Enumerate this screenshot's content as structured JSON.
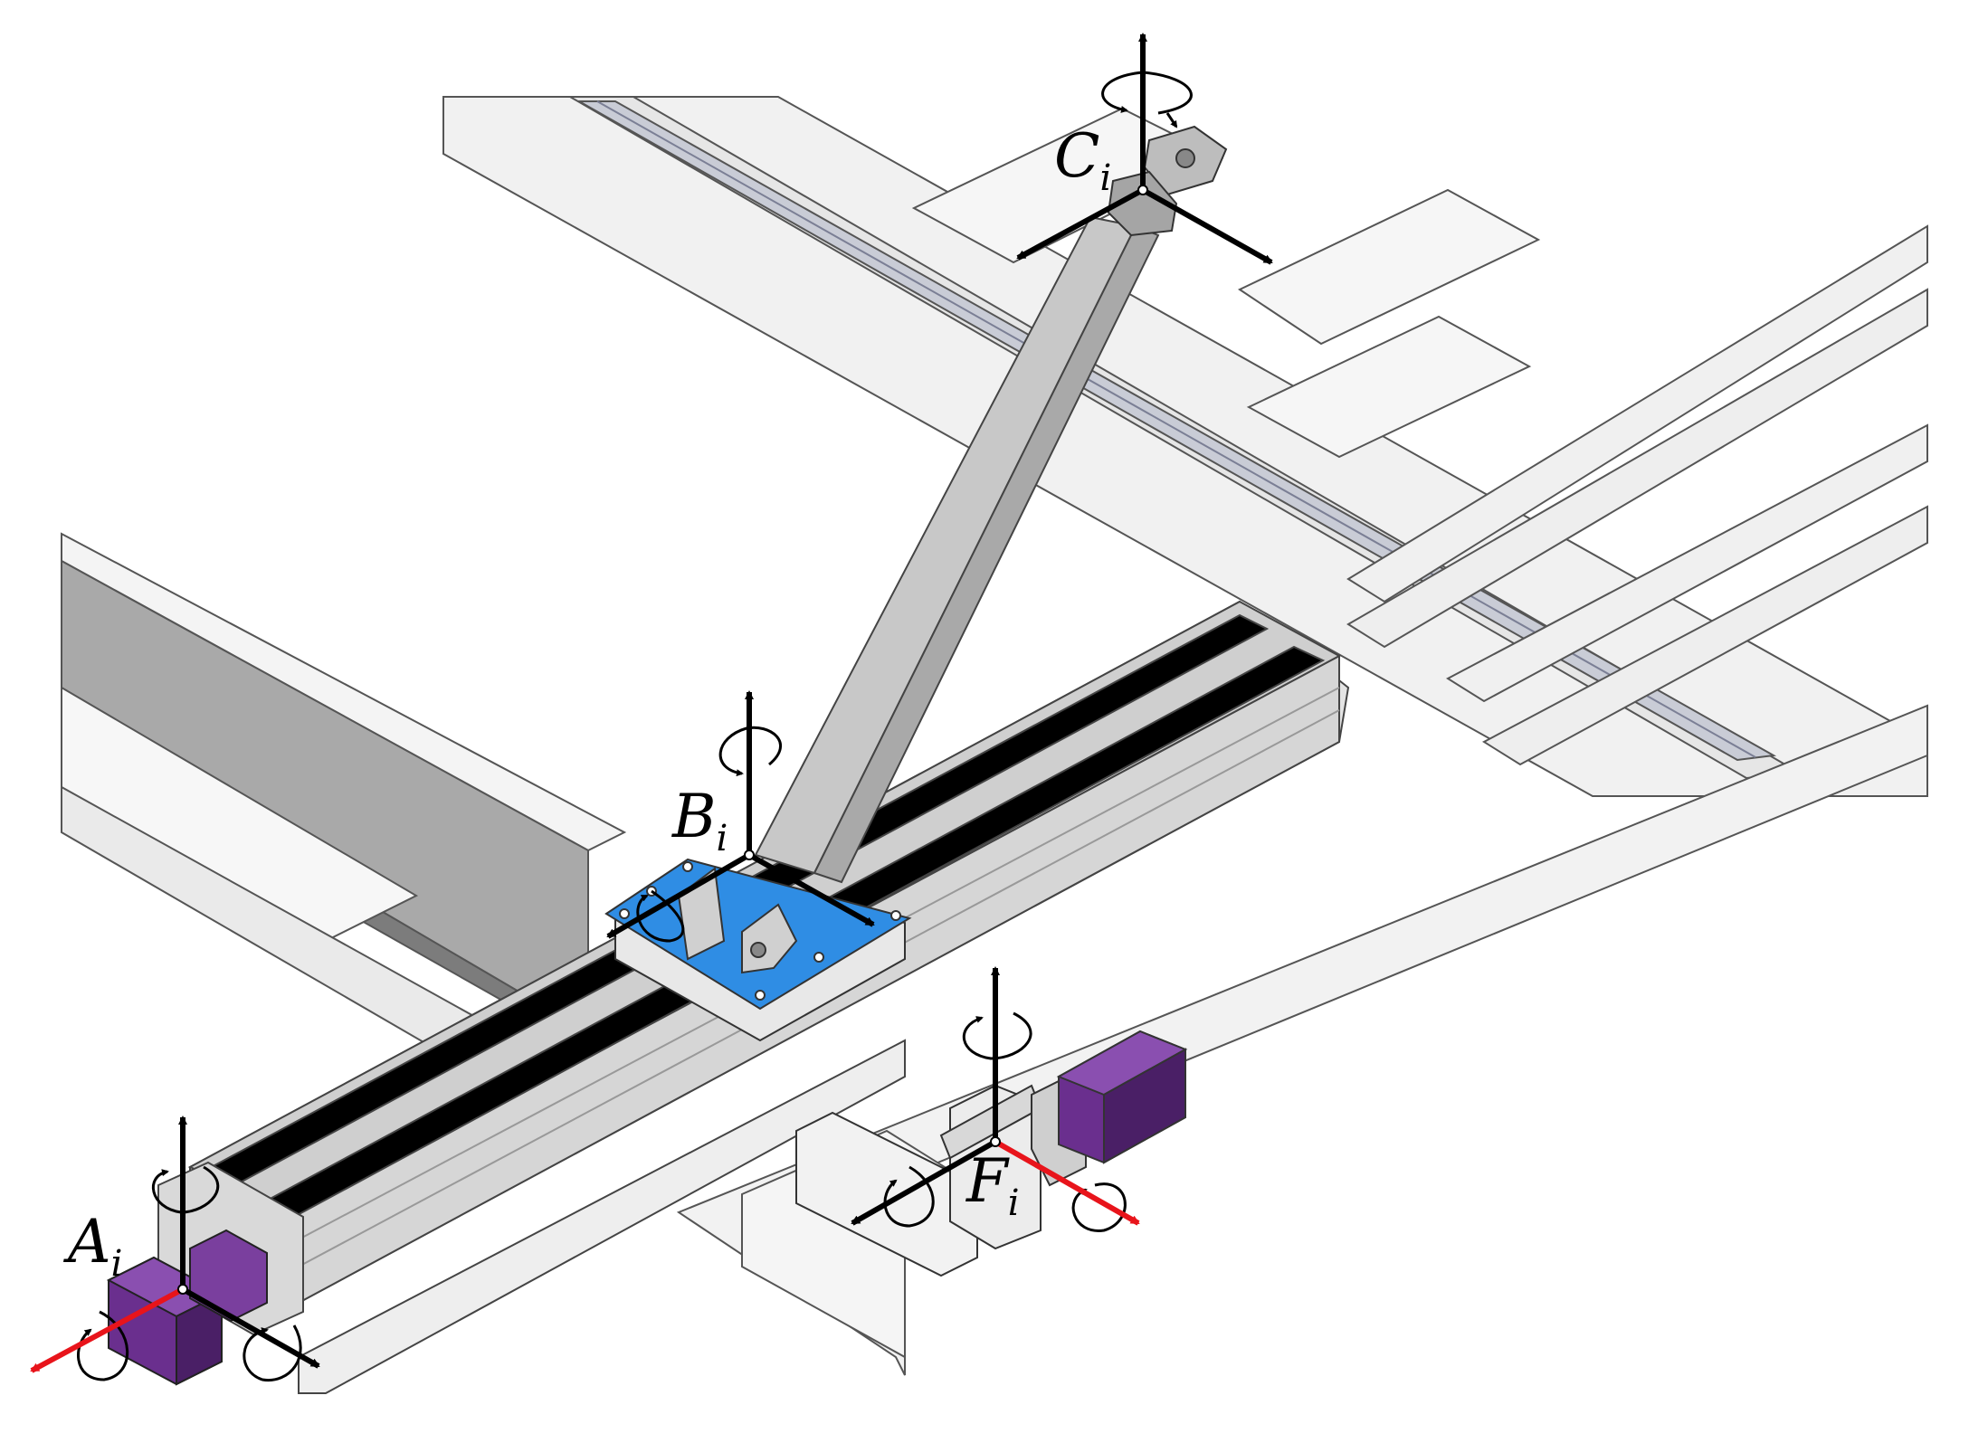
{
  "frames": {
    "A": {
      "letter": "A",
      "subscript": "i"
    },
    "B": {
      "letter": "B",
      "subscript": "i"
    },
    "C": {
      "letter": "C",
      "subscript": "i"
    },
    "F": {
      "letter": "F",
      "subscript": "i"
    }
  },
  "colors": {
    "background": "#ffffff",
    "outline": "#555555",
    "rail_light": "#efefef",
    "rail_mid": "#dcdcdc",
    "guide_rail": "#c9ccd6",
    "belt": "#000000",
    "link_bar": "#c8c8c8",
    "link_bar_dark": "#a9a9a9",
    "carriage_plate": "#2f8de4",
    "motor": "#6a2f8e",
    "motor_dark": "#4a1f66",
    "axis_black": "#000000",
    "axis_red": "#e8141b",
    "rotation_arrow": "#000000"
  }
}
